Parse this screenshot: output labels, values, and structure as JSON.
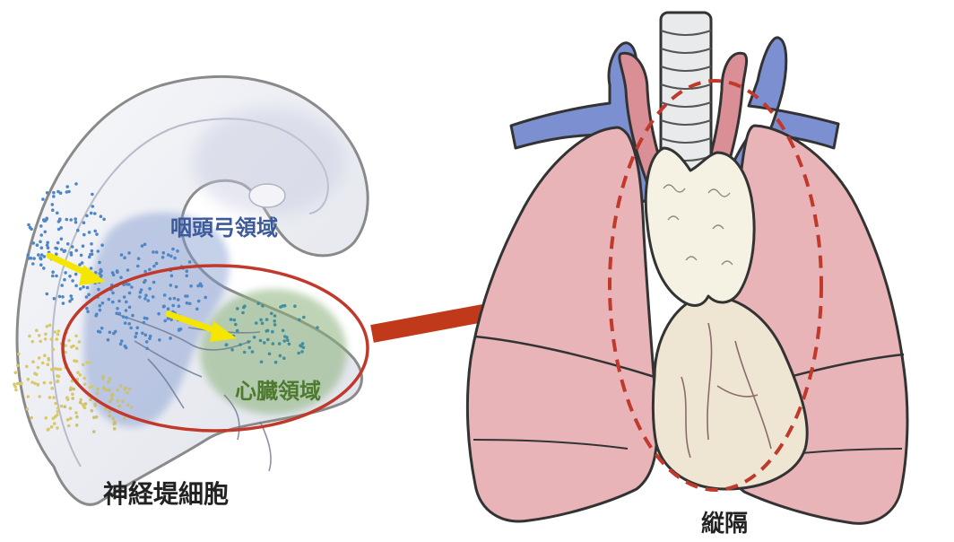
{
  "labels": {
    "pharyngeal_arch_region": "咽頭弓領域",
    "heart_region": "心臓領域",
    "neural_crest_cells": "神経堤細胞",
    "mediastinum": "縦隔"
  },
  "colors": {
    "embryo_outline": "#8a8a8a",
    "embryo_fill": "#eef0f5",
    "pharyngeal_region": "#7f98cf",
    "pharyngeal_label": "#3c5a9a",
    "heart_region": "#8bb17a",
    "heart_label": "#4d7a2e",
    "dot_blue": "#4f86c6",
    "dot_yellow": "#d8c86a",
    "yellow_arrow": "#f5e600",
    "red_ellipse": "#c0392b",
    "big_arrow": "#c0391b",
    "lung": "#e8b4b8",
    "lung_outline": "#333333",
    "vein": "#7c8fd1",
    "artery": "#d98f95",
    "trachea": "#e8eaec",
    "thymus": "#f6f2e3",
    "heart": "#eee6d3",
    "mediastinum_dash": "#c0392b"
  }
}
